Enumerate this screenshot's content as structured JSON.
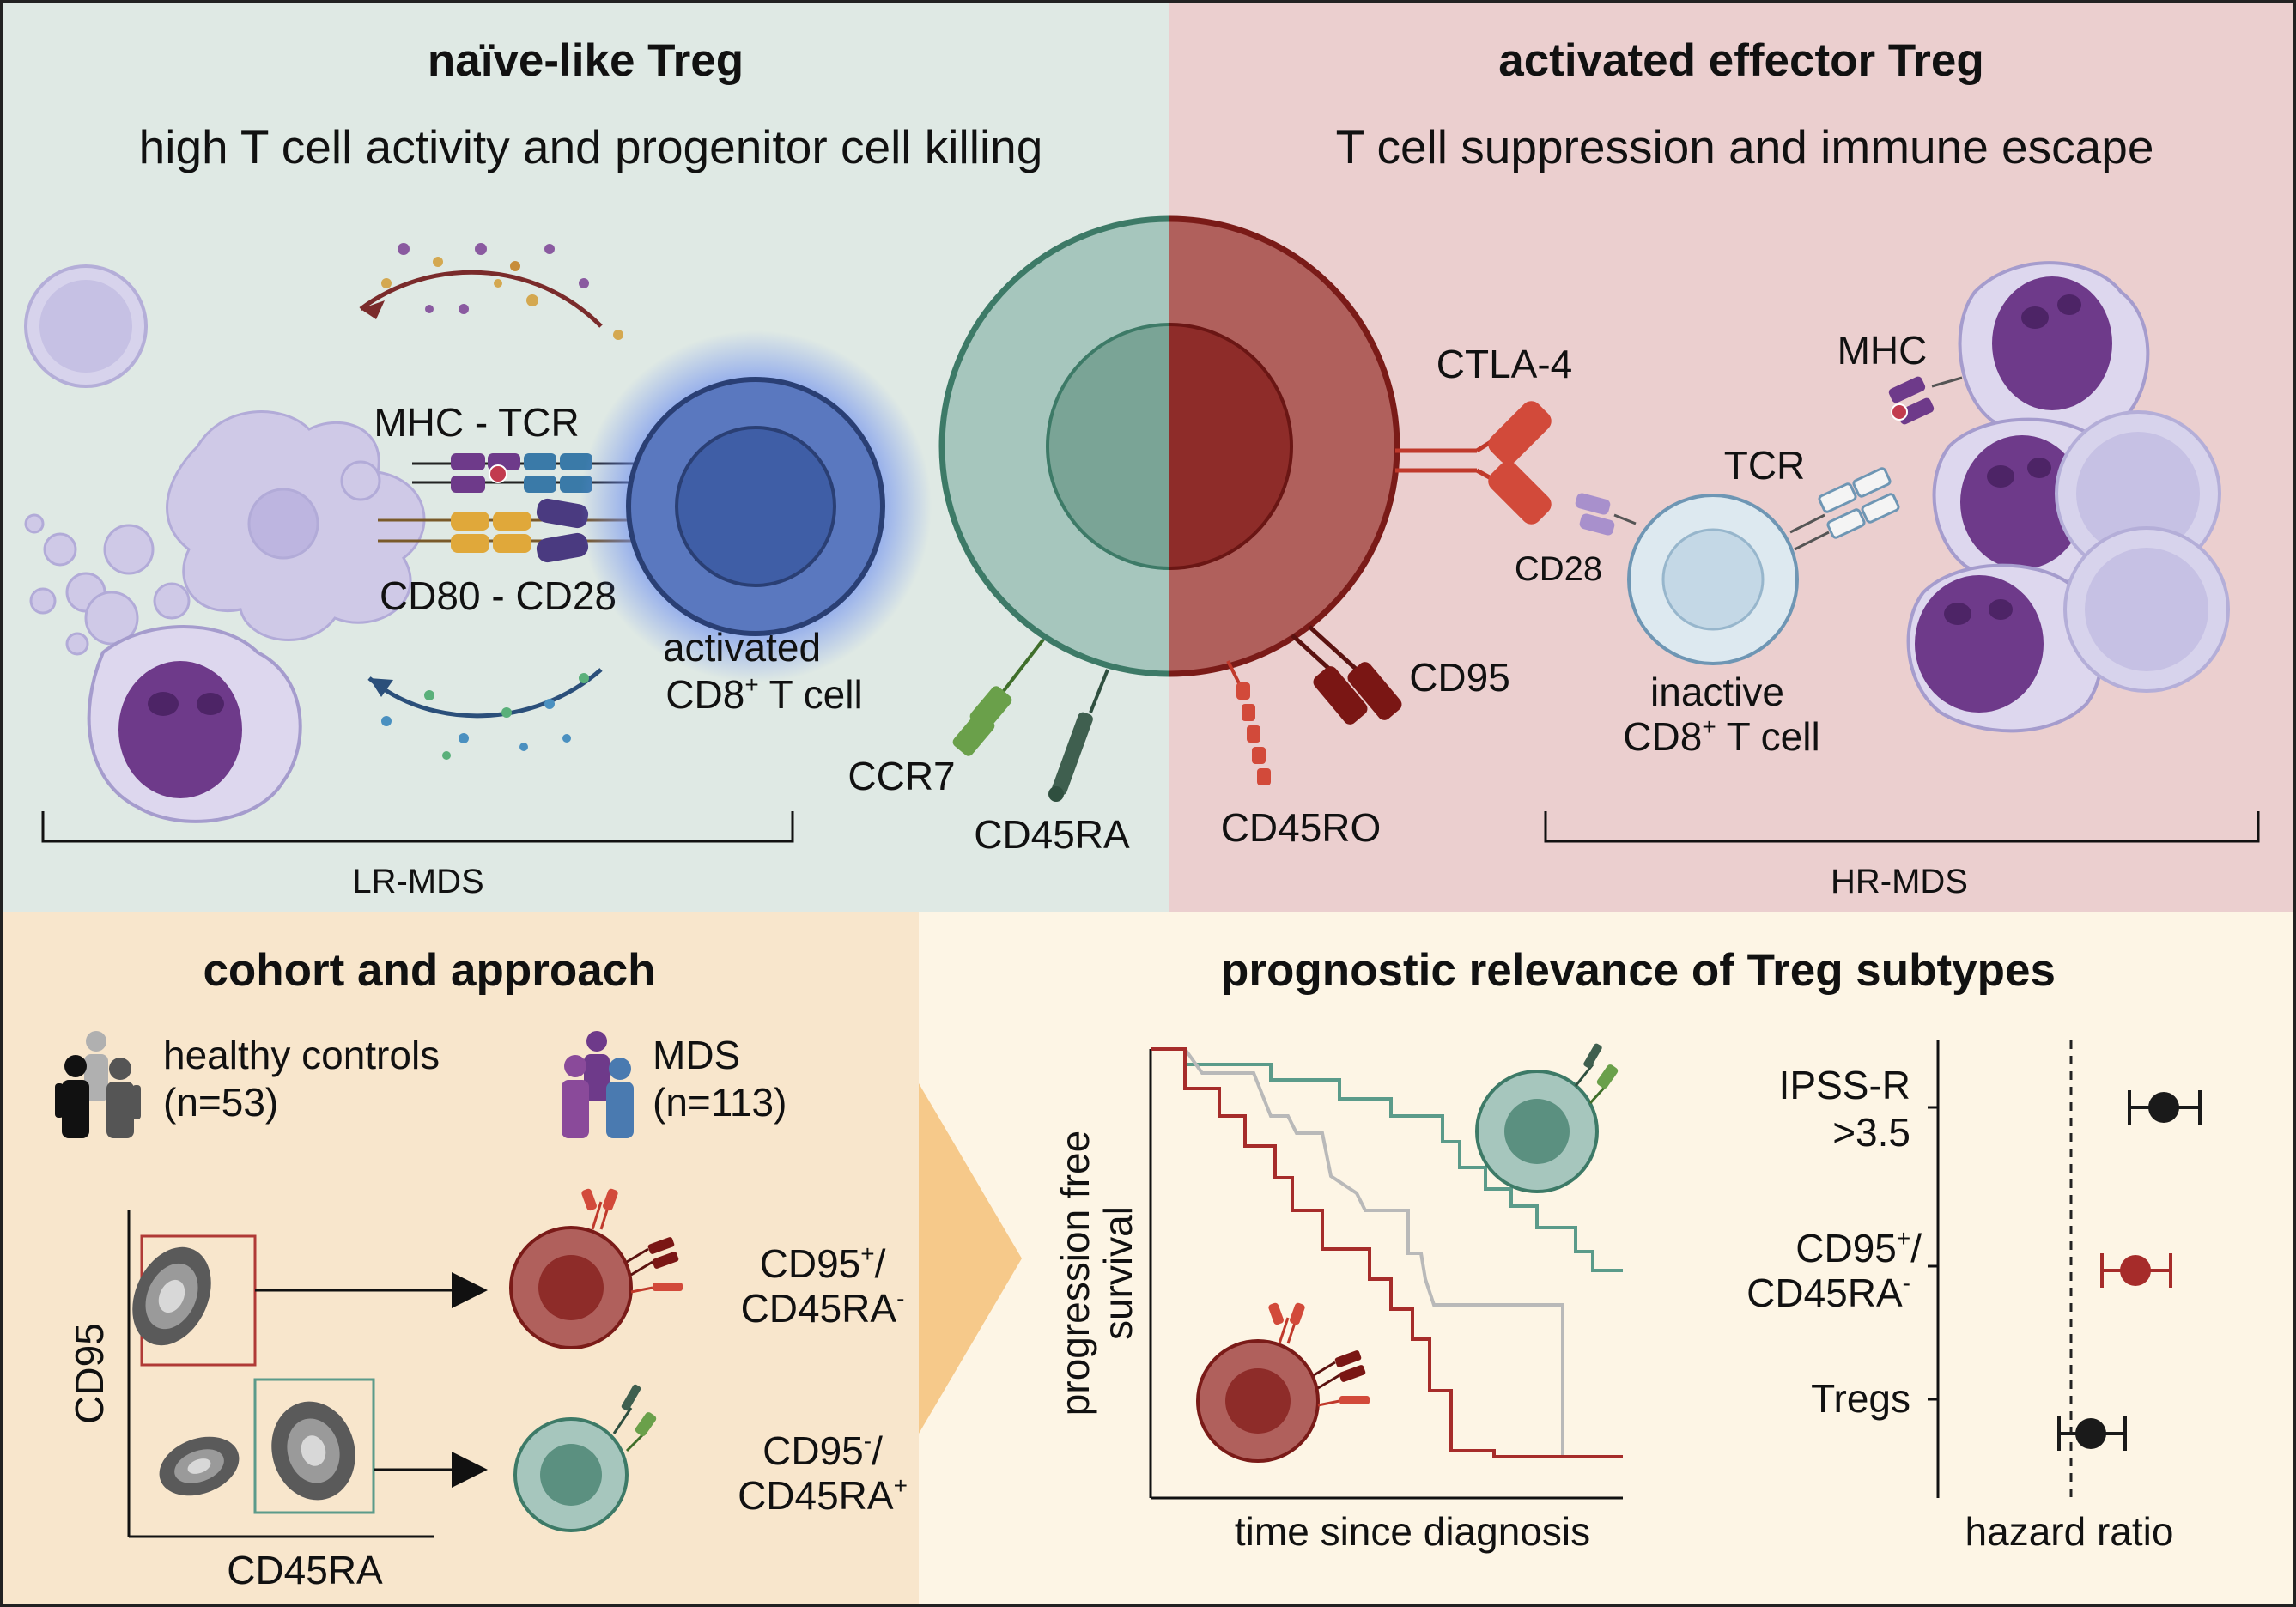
{
  "colors": {
    "naive_bg": "#dfe9e4",
    "effector_bg": "#ebcfcf",
    "cohort_bg": "#f8e6cc",
    "prognostic_bg": "#fdf5e5",
    "naive_treg": "#4f8c7b",
    "effector_treg": "#9b2b27",
    "cd8_active": "#4d6cb0",
    "mds_cell": "#6e3a8a",
    "kaplan_green": "#5b9b8a",
    "kaplan_red": "#a62c2a",
    "kaplan_grey": "#b9b9b9"
  },
  "top_left": {
    "title": "naïve-like Treg",
    "subtitle": "high T cell activity and progenitor cell killing",
    "mhc_tcr": "MHC - TCR",
    "cd80_cd28": "CD80 - CD28",
    "activated_line1": "activated",
    "activated_line2_main": "CD8",
    "activated_line2_sup": "+",
    "activated_line2_tail": " T cell",
    "bracket_label": "LR-MDS"
  },
  "top_right": {
    "title": "activated effector Treg",
    "subtitle": "T cell suppression and immune escape",
    "ctla4": "CTLA-4",
    "mhc": "MHC",
    "tcr": "TCR",
    "cd28": "CD28",
    "cd95": "CD95",
    "inactive_line1": "inactive",
    "inactive_line2_main": "CD8",
    "inactive_line2_sup": "+",
    "inactive_line2_tail": " T cell",
    "bracket_label": "HR-MDS"
  },
  "center_markers": {
    "ccr7": "CCR7",
    "cd45ra": "CD45RA",
    "cd45ro": "CD45RO"
  },
  "cohort": {
    "title": "cohort and approach",
    "healthy_line1": "healthy controls",
    "healthy_line2": "(n=53)",
    "mds_line1": "MDS",
    "mds_line2": "(n=113)",
    "y_axis": "CD95",
    "x_axis": "CD45RA",
    "pop1_line1_main": "CD95",
    "pop1_line1_sup": "+",
    "pop1_line1_tail": "/",
    "pop1_line2_main": "CD45RA",
    "pop1_line2_sup": "-",
    "pop2_line1_main": "CD95",
    "pop2_line1_sup": "-",
    "pop2_line1_tail": "/",
    "pop2_line2_main": "CD45RA",
    "pop2_line2_sup": "+"
  },
  "prognostic": {
    "title": "prognostic relevance of Treg subtypes",
    "km_y_line1": "progression free",
    "km_y_line2": "survival",
    "km_x": "time since diagnosis",
    "forest_x": "hazard ratio",
    "rows": [
      {
        "line1": "IPSS-R",
        "line2": ">3.5",
        "color": "#1a1a1a"
      },
      {
        "line1_main": "CD95",
        "line1_sup": "+",
        "line1_tail": "/",
        "line2_main": "CD45RA",
        "line2_sup": "-",
        "color": "#a62c2a"
      },
      {
        "line1": "Tregs",
        "color": "#1a1a1a"
      }
    ]
  }
}
